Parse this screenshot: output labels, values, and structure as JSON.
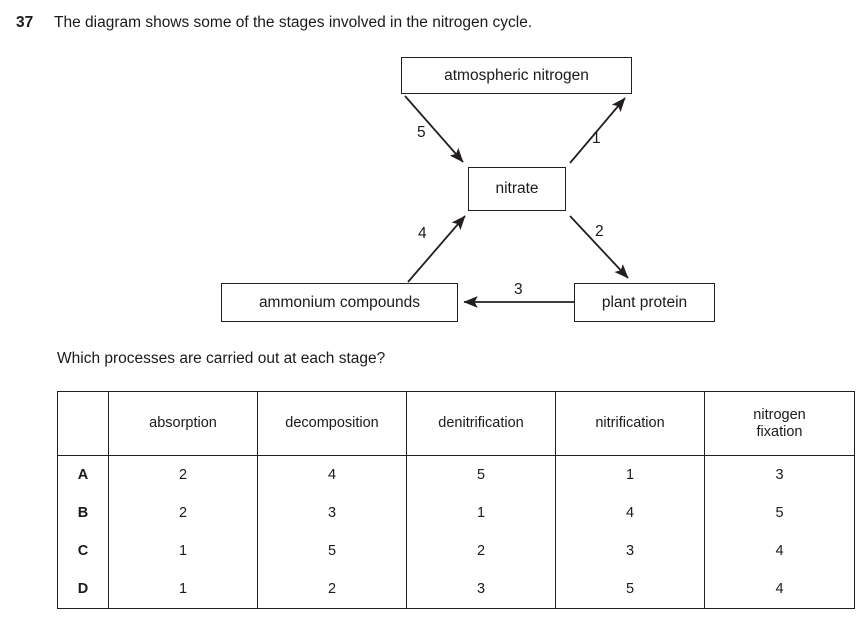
{
  "question": {
    "number": "37",
    "stem": "The diagram shows some of the stages involved in the nitrogen cycle.",
    "sub_question": "Which processes are carried out at each stage?"
  },
  "diagram": {
    "title": "nitrogen cycle stages",
    "boxes": {
      "atmospheric": "atmospheric nitrogen",
      "nitrate": "nitrate",
      "ammonium": "ammonium compounds",
      "plant": "plant protein"
    },
    "arrow_labels": {
      "one": "1",
      "two": "2",
      "three": "3",
      "four": "4",
      "five": "5"
    },
    "arrows": [
      {
        "label": "5",
        "from": "atmospheric nitrogen",
        "to": "nitrate"
      },
      {
        "label": "1",
        "from": "nitrate",
        "to": "atmospheric nitrogen"
      },
      {
        "label": "2",
        "from": "nitrate",
        "to": "plant protein"
      },
      {
        "label": "3",
        "from": "plant protein",
        "to": "ammonium compounds"
      },
      {
        "label": "4",
        "from": "ammonium compounds",
        "to": "nitrate"
      }
    ]
  },
  "table": {
    "headers": [
      "",
      "absorption",
      "decomposition",
      "denitrification",
      "nitrification",
      "nitrogen fixation"
    ],
    "header_nitrogen_fixation_line1": "nitrogen",
    "header_nitrogen_fixation_line2": "fixation",
    "rows": [
      {
        "option": "A",
        "values": [
          "2",
          "4",
          "5",
          "1",
          "3"
        ]
      },
      {
        "option": "B",
        "values": [
          "2",
          "3",
          "1",
          "4",
          "5"
        ]
      },
      {
        "option": "C",
        "values": [
          "1",
          "5",
          "2",
          "3",
          "4"
        ]
      },
      {
        "option": "D",
        "values": [
          "1",
          "2",
          "3",
          "5",
          "4"
        ]
      }
    ]
  },
  "colors": {
    "ink": "#1a1a1a",
    "line": "#231f20",
    "background": "#ffffff"
  }
}
